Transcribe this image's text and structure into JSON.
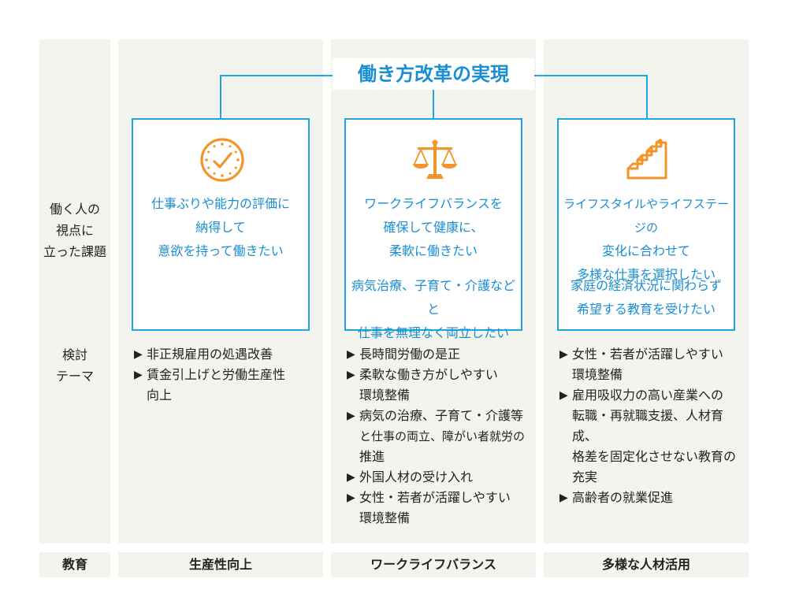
{
  "title": "働き方改革の実現",
  "row_labels": {
    "perspective": [
      "働く人の",
      "視点に",
      "立った課題"
    ],
    "themes": [
      "検討",
      "テーマ"
    ],
    "education": "教育"
  },
  "columns": [
    {
      "icon": "clock-icon",
      "card_lines_1": [
        "仕事ぶりや能力の評価に",
        "納得して",
        "意欲を持って働きたい"
      ],
      "card_lines_2": [],
      "topics": [
        [
          "非正規雇用の処遇改善"
        ],
        [
          "賃金引上げと労働生産性",
          "向上"
        ]
      ],
      "footer": "生産性向上"
    },
    {
      "icon": "scale-icon",
      "card_lines_1": [
        "ワークライフバランスを",
        "確保して健康に、",
        "柔軟に働きたい"
      ],
      "card_lines_2": [
        "病気治療、子育て・介護などと",
        "仕事を無理なく両立したい"
      ],
      "topics": [
        [
          "長時間労働の是正"
        ],
        [
          "柔軟な働き方がしやすい",
          "環境整備"
        ],
        [
          "病気の治療、子育て・介護等",
          "と仕事の両立、障がい者就労の",
          "推進"
        ],
        [
          "外国人材の受け入れ"
        ],
        [
          "女性・若者が活躍しやすい",
          "環境整備"
        ]
      ],
      "footer": "ワークライフバランス"
    },
    {
      "icon": "stairs-icon",
      "card_lines_1": [
        "ライフスタイルやライフステージの",
        "変化に合わせて",
        "多様な仕事を選択したい"
      ],
      "card_lines_2": [
        "家庭の経済状況に関わらず",
        "希望する教育を受けたい"
      ],
      "topics": [
        [
          "女性・若者が活躍しやすい",
          "環境整備"
        ],
        [
          "雇用吸収力の高い産業への",
          "転職・再就職支援、人材育成、",
          "格差を固定化させない教育の",
          "充実"
        ],
        [
          "高齢者の就業促進"
        ]
      ],
      "footer": "多様な人材活用"
    }
  ],
  "colors": {
    "accent_blue": "#1ea5e3",
    "text_blue": "#1a8ed2",
    "icon_orange": "#f2962b",
    "panel": "#f4f4ef"
  }
}
